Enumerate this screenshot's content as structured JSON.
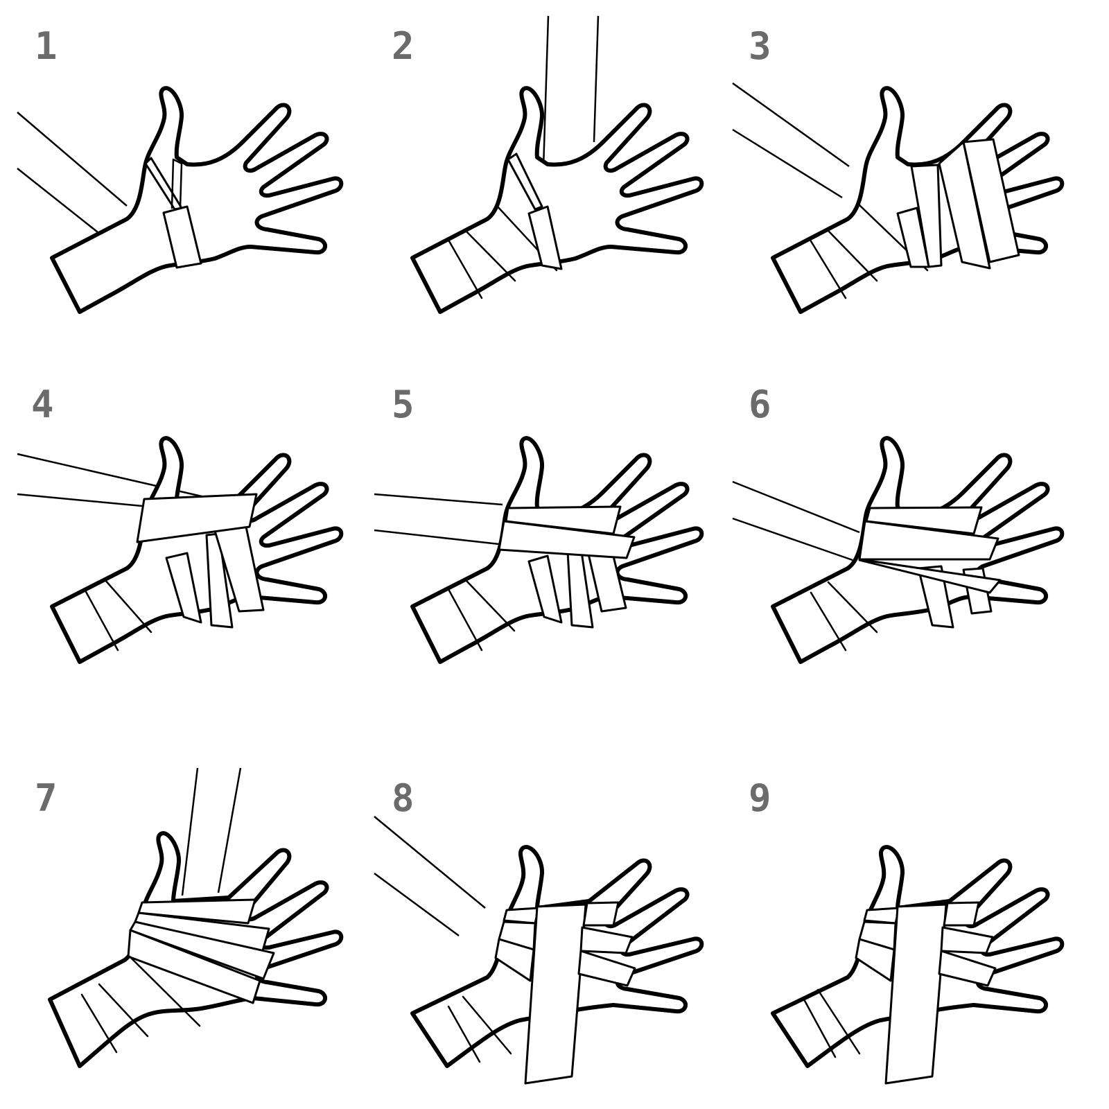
{
  "diagram": {
    "type": "instructional step sequence",
    "layout": {
      "rows": 3,
      "cols": 3
    },
    "colors": {
      "step_number": "#6b6b6b",
      "line": "#000000",
      "background": "#ffffff"
    },
    "steps": [
      {
        "number": "1",
        "depicts": "wrap loop around thumb, strap running to upper-left"
      },
      {
        "number": "2",
        "depicts": "wrist wrapped several times, strap pulled upward over back of hand"
      },
      {
        "number": "3",
        "depicts": "knuckles wrapped with vertical bands, strap to upper-left"
      },
      {
        "number": "4",
        "depicts": "strap crosses horizontally over the palm below the thumb"
      },
      {
        "number": "5",
        "depicts": "second horizontal band across the palm"
      },
      {
        "number": "6",
        "depicts": "diagonal bands crossing the palm toward pinky"
      },
      {
        "number": "7",
        "depicts": "multiple diagonal bands, strap pulled upward"
      },
      {
        "number": "8",
        "depicts": "wide vertical band over the center of the hand, strap to upper-left"
      },
      {
        "number": "9",
        "depicts": "finished wrap"
      }
    ]
  }
}
